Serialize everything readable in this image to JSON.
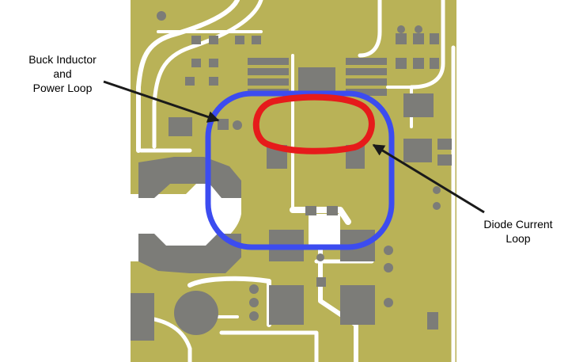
{
  "annotations": {
    "buck_power_loop": {
      "lines": [
        "Buck Inductor",
        "and",
        "Power Loop"
      ],
      "color": "#3c4cf0"
    },
    "diode_current_loop": {
      "lines": [
        "Diode Current",
        "Loop"
      ],
      "color": "#e61b1b"
    }
  },
  "colors": {
    "board": "#b9b257",
    "pad": "#7c7c78",
    "trace": "#ffffff",
    "arrow": "#1a1a1a"
  }
}
